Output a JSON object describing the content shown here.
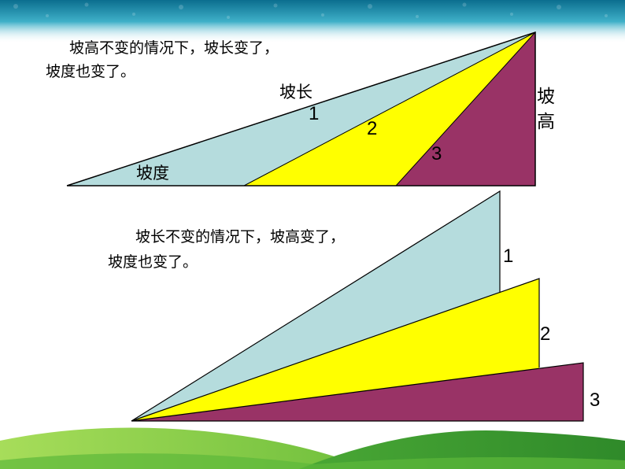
{
  "top_section": {
    "caption_line1": "坡高不变的情况下，坡长变了，",
    "caption_line2": "坡度也变了。",
    "label_slope_length": "坡长",
    "label_slope_height_1": "坡",
    "label_slope_height_2": "高",
    "label_slope_angle": "坡度",
    "num_1": "1",
    "num_2": "2",
    "num_3": "3"
  },
  "bottom_section": {
    "caption_line1": "坡长不变的情况下，坡高变了，",
    "caption_line2": "坡度也变了。",
    "num_1": "1",
    "num_2": "2",
    "num_3": "3"
  },
  "colors": {
    "triangle_1": "#b5dcdd",
    "triangle_2": "#ffff00",
    "triangle_3": "#993366",
    "top_band": "#0f6b8a",
    "grass_light": "#8fd14f",
    "grass_dark": "#3f9a2e"
  }
}
